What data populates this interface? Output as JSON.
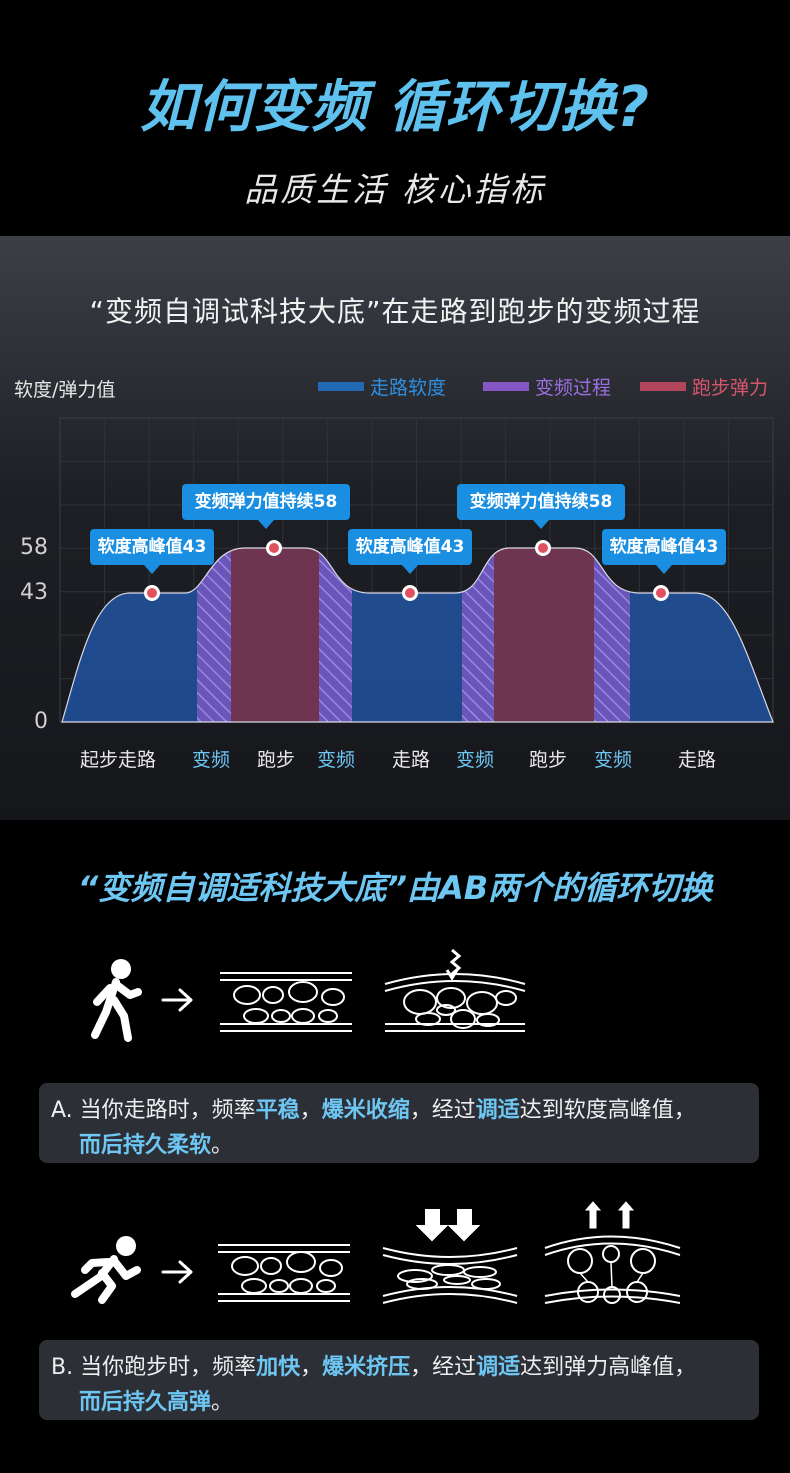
{
  "header": {
    "title": "如何变频 循环切换?",
    "subtitle": "品质生活 核心指标"
  },
  "chart_panel": {
    "title": "“变频自调试科技大底”在走路到跑步的变频过程"
  },
  "chart_data": {
    "type": "area",
    "ylabel": "软度/弹力值",
    "yticks": [
      0,
      43,
      58
    ],
    "legend_position": "top-right",
    "legend": [
      {
        "name": "走路软度",
        "color": "#2268b5"
      },
      {
        "name": "变频过程",
        "color": "#8457c4"
      },
      {
        "name": "跑步弹力",
        "color": "#b2445c"
      }
    ],
    "categories": [
      "起步走路",
      "变频",
      "跑步",
      "变频",
      "走路",
      "变频",
      "跑步",
      "变频",
      "走路"
    ],
    "category_kinds": [
      "walk",
      "shift",
      "run",
      "shift",
      "walk",
      "shift",
      "run",
      "shift",
      "walk"
    ],
    "category_values": [
      43,
      null,
      58,
      null,
      43,
      null,
      58,
      null,
      43
    ],
    "category_label_colors": [
      "#e8e8e8",
      "#6ec6f2",
      "#e8e8e8",
      "#6ec6f2",
      "#e8e8e8",
      "#6ec6f2",
      "#e8e8e8",
      "#6ec6f2",
      "#e8e8e8"
    ],
    "annotations": [
      {
        "text": "软度高峰值43",
        "segment": 0,
        "value": 43
      },
      {
        "text": "变频弹力值持续58",
        "segment": 2,
        "value": 58
      },
      {
        "text": "软度高峰值43",
        "segment": 4,
        "value": 43
      },
      {
        "text": "变频弹力值持续58",
        "segment": 6,
        "value": 58
      },
      {
        "text": "软度高峰值43",
        "segment": 8,
        "value": 43
      }
    ]
  },
  "section2": {
    "title": "“变频自调适科技大底”由AB两个的循环切换"
  },
  "cards": [
    {
      "prefix": "A. 当你走路时，频率",
      "bold1": "平稳",
      "sep1": "，",
      "bold2": "爆米收缩",
      "mid": "，经过",
      "bold3": "调适",
      "suffix": "达到软度高峰值，",
      "bold4": "而后持久柔软",
      "end": "。"
    },
    {
      "prefix": "B. 当你跑步时，频率",
      "bold1": "加快",
      "sep1": "，",
      "bold2": "爆米挤压",
      "mid": "，经过",
      "bold3": "调适",
      "suffix": "达到弹力高峰值，",
      "bold4": "而后持久高弹",
      "end": "。"
    }
  ],
  "colors": {
    "accent": "#6ec6f2",
    "callout": "#1a8ee0",
    "walk": "#2268b5",
    "shift": "#8457c4",
    "run": "#b2445c"
  },
  "icons": [
    "walking-person-icon",
    "arrow-right-icon",
    "foam-relaxed-icon",
    "foam-soft-compress-icon",
    "running-person-icon",
    "foam-squeeze-icon",
    "foam-rebound-icon"
  ]
}
